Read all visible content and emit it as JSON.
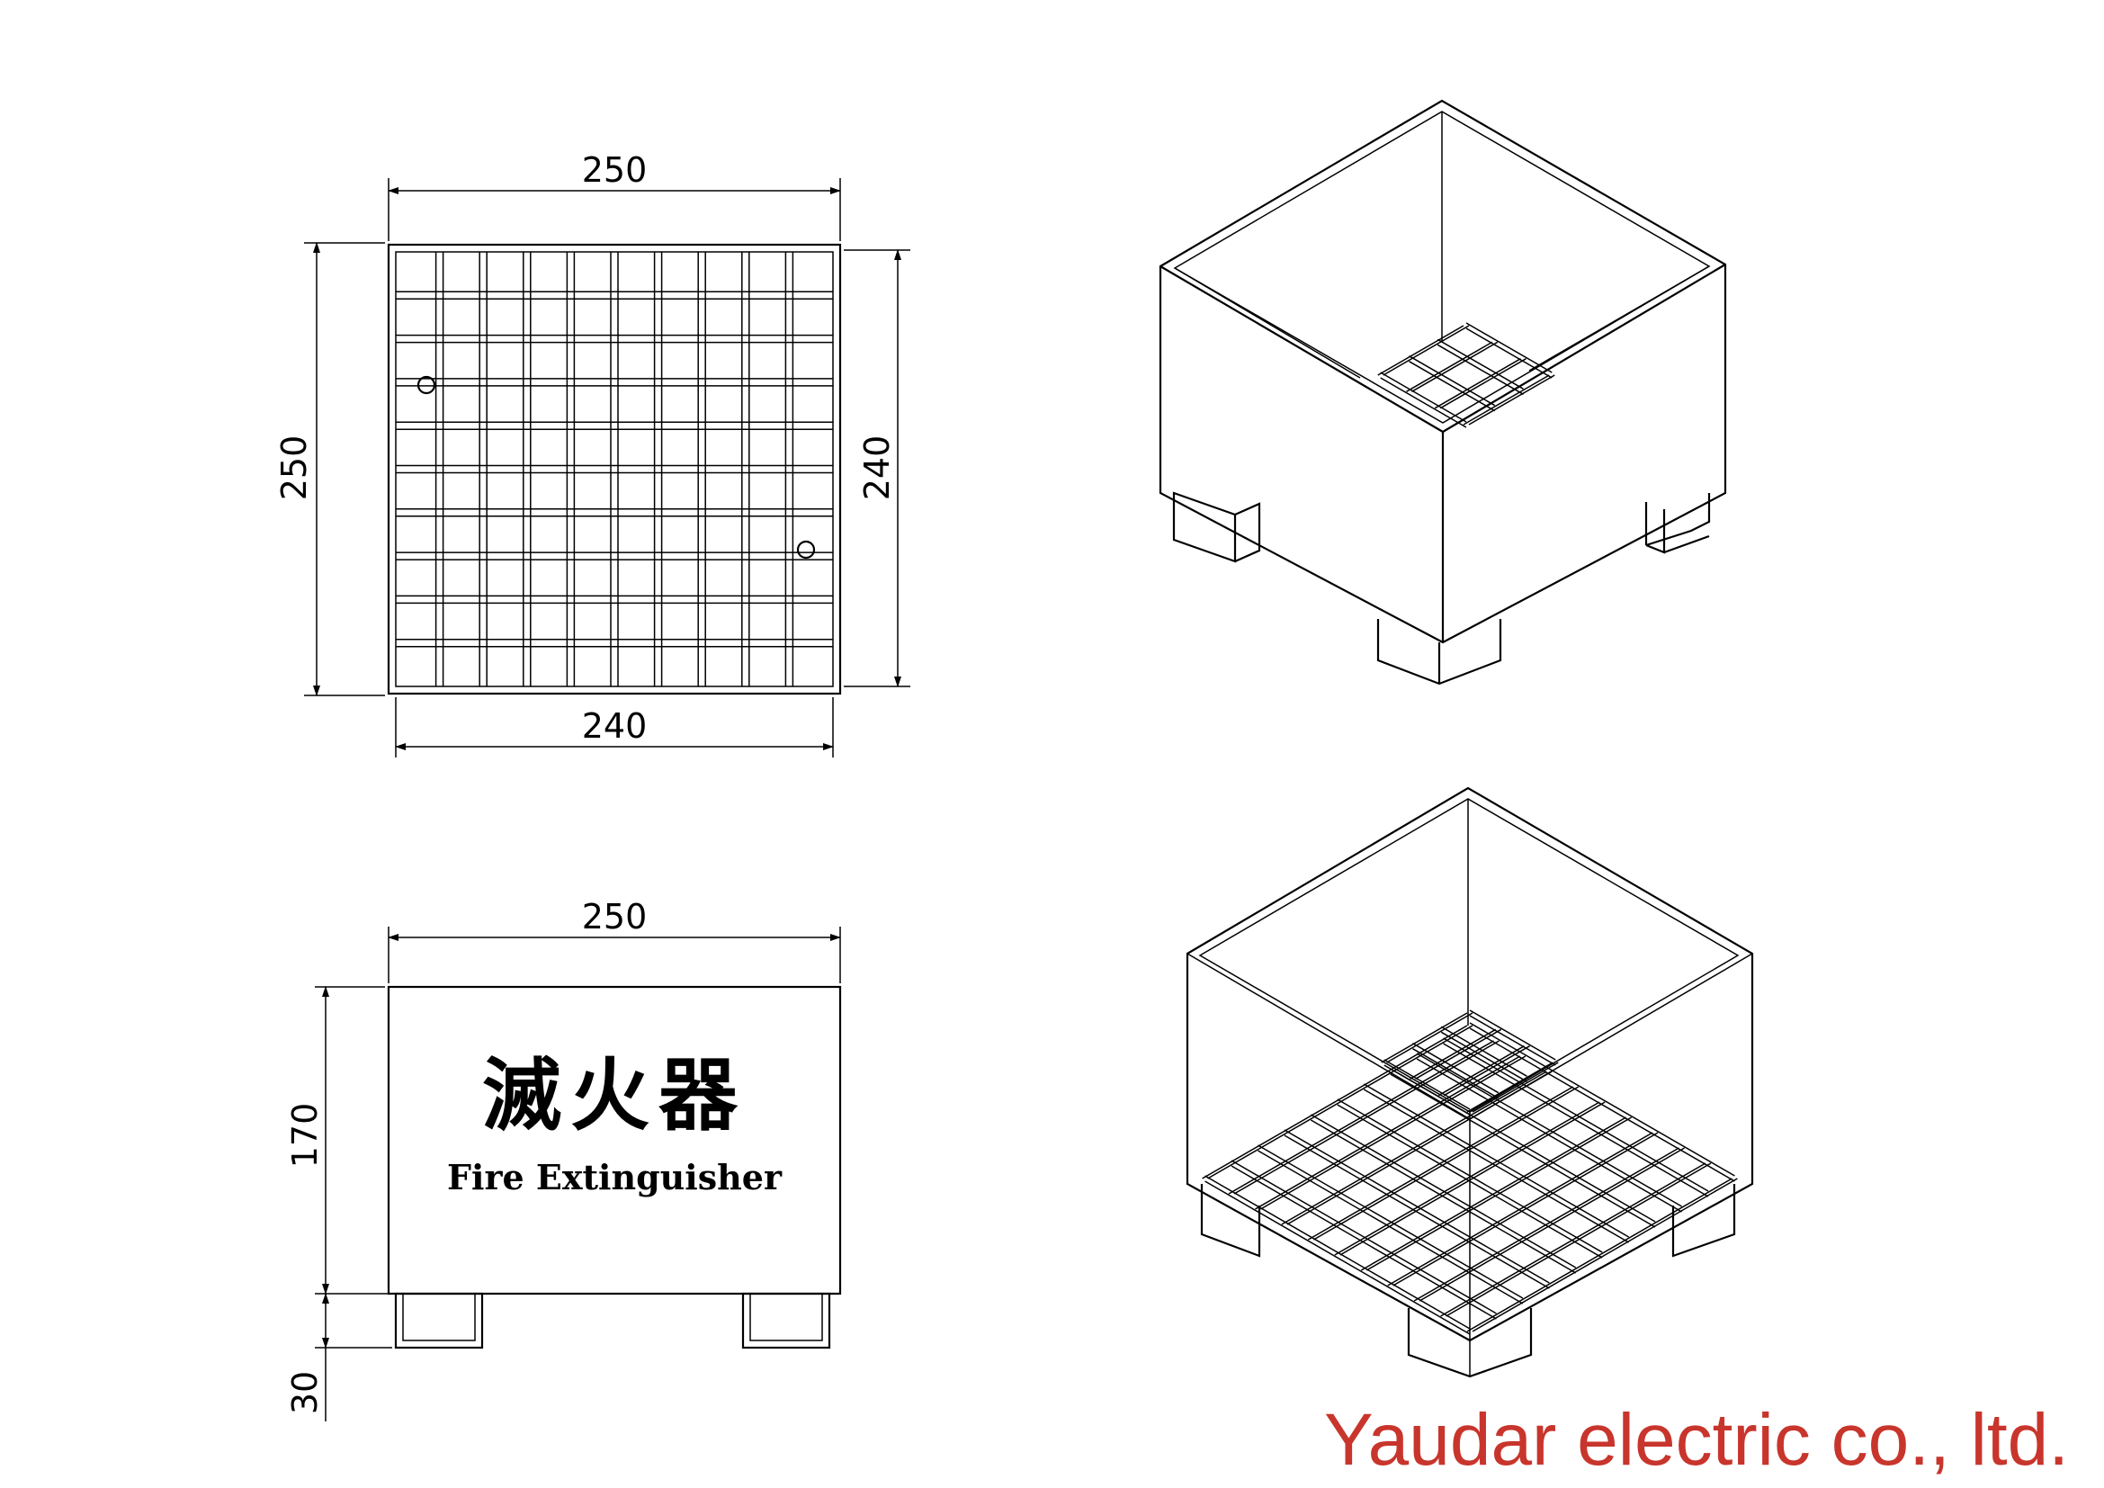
{
  "top_view": {
    "dim_top": "250",
    "dim_left": "250",
    "dim_right": "240",
    "dim_bottom": "240"
  },
  "front_view": {
    "dim_top": "250",
    "dim_body": "170",
    "dim_feet": "30",
    "label_cn": "滅火器",
    "label_en": "Fire Extinguisher"
  },
  "brand": {
    "text": "Yaudar electric co., ltd.",
    "color": "#c8352c"
  }
}
